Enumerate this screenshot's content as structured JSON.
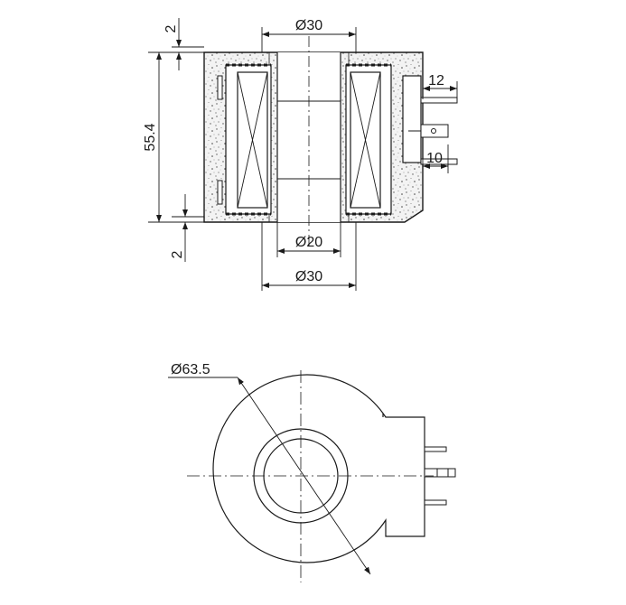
{
  "drawing": {
    "side_view": {
      "dim_top_gap": "2",
      "dim_height": "55.4",
      "dim_bottom_gap": "2",
      "dim_top_bore": "Ø30",
      "dim_inner_bore": "Ø20",
      "dim_bottom_bore": "Ø30",
      "dim_terminal_top": "12",
      "dim_terminal_bottom": "10"
    },
    "top_view": {
      "dim_outer_diameter": "Ø63.5"
    }
  }
}
